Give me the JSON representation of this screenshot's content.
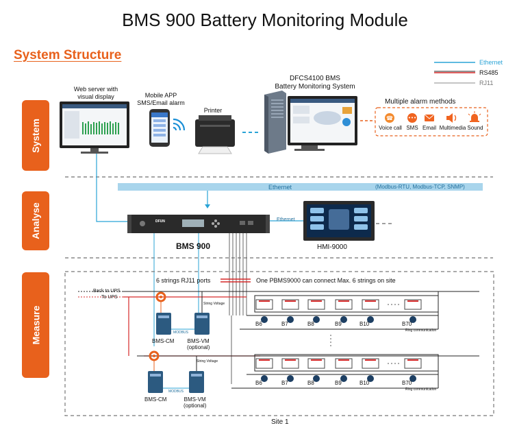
{
  "title": "BMS 900 Battery Monitoring Module",
  "section_title": "System Structure",
  "legend": [
    {
      "label": "Ethernet",
      "color": "#29a3d6"
    },
    {
      "label": "RS485",
      "color": "#d62929"
    },
    {
      "label": "RJ11",
      "color": "#888888"
    }
  ],
  "tabs": {
    "system": "System",
    "analyse": "Analyse",
    "measure": "Measure"
  },
  "devices": {
    "web_server": "Web server with\nvisual display",
    "mobile_app": "Mobile APP\nSMS/Email alarm",
    "printer": "Printer",
    "dfcs": "DFCS4100 BMS\nBattery Monitoring System",
    "alarm_title": "Multiple alarm methods",
    "bms900": "BMS 900",
    "hmi": "HMI-9000",
    "bms900_brand": "DFUN"
  },
  "alarm_methods": [
    {
      "label": "Voice call",
      "icon": "voice-call-icon"
    },
    {
      "label": "SMS",
      "icon": "sms-icon"
    },
    {
      "label": "Email",
      "icon": "email-icon"
    },
    {
      "label": "Multimedia",
      "icon": "multimedia-icon"
    },
    {
      "label": "Sound",
      "icon": "sound-icon"
    }
  ],
  "ethernet_bar": {
    "label": "Ethernet",
    "protocols": "(Modbus-RTU, Modbus-TCP, SNMP)"
  },
  "hmi_link": "Ethernet",
  "measure": {
    "rj11_ports": "6 strings RJ11 ports",
    "max_strings": "One PBMS9000 can connect Max. 6 strings on site",
    "back_to_ups": "Back to UPS",
    "to_ups": "To UPS",
    "string_voltage": "String Voltage",
    "modbus": "MODBUS",
    "bms_cm": "BMS-CM",
    "bms_vm": "BMS-VM\n(optional)",
    "ring_comm": "Ring communication",
    "batteries": [
      "B6",
      "B7",
      "B8",
      "B9",
      "B10",
      "B70"
    ],
    "site": "Site 1"
  }
}
